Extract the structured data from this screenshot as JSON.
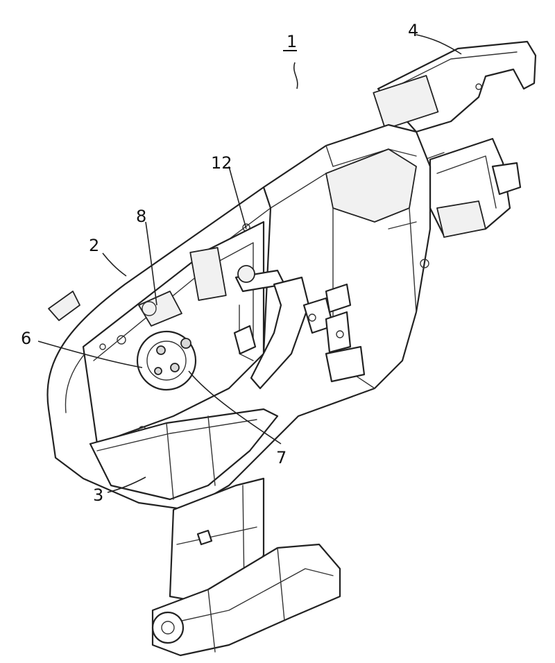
{
  "figure": {
    "labels": {
      "main": "1",
      "housing": "2",
      "handle_recess": "3",
      "nose": "4",
      "reel_mount": "6",
      "reel_shaft": "7",
      "spring_member": "8",
      "guide": "12"
    }
  }
}
